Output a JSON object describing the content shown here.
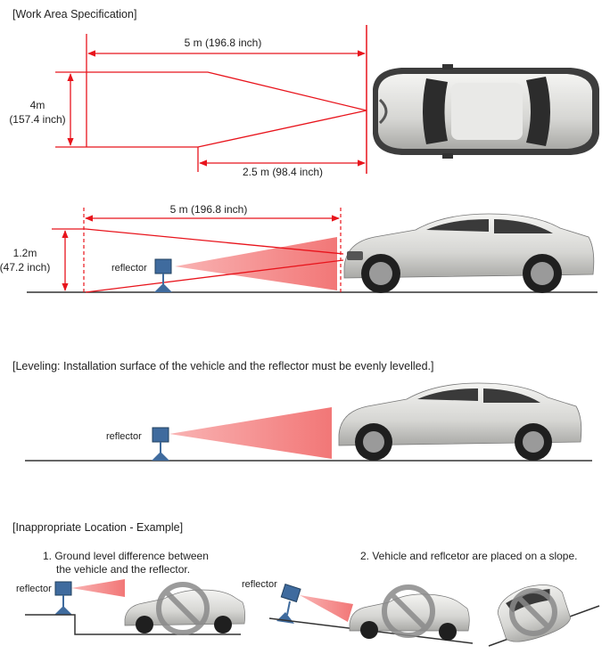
{
  "headings": {
    "work_area": "[Work Area Specification]",
    "leveling": "[Leveling: Installation surface of the vehicle and the reflector must be evenly levelled.]",
    "inappropriate": "[Inappropriate Location - Example]"
  },
  "top_view": {
    "dim_total": "5 m (196.8 inch)",
    "width_line1": "4m",
    "width_line2": "(157.4 inch)",
    "dim_half": "2.5 m (98.4 inch)"
  },
  "side_view": {
    "dim_total": "5 m (196.8 inch)",
    "height_line1": "1.2m",
    "height_line2": "(47.2 inch)",
    "reflector_label": "reflector"
  },
  "leveling_view": {
    "reflector_label": "reflector"
  },
  "examples": {
    "ex1_line1": "1. Ground level difference between",
    "ex1_line2": "the vehicle and the reflector.",
    "ex2_text": "2. Vehicle and reflcetor are placed on a slope.",
    "reflector_label_1": "reflector",
    "reflector_label_2": "reflector"
  },
  "colors": {
    "dimension_red": "#e8141c",
    "beam_pink": "#f48a8a",
    "reflector_blue": "#3f6b9e",
    "prohibition_gray": "#8a8a8a"
  }
}
